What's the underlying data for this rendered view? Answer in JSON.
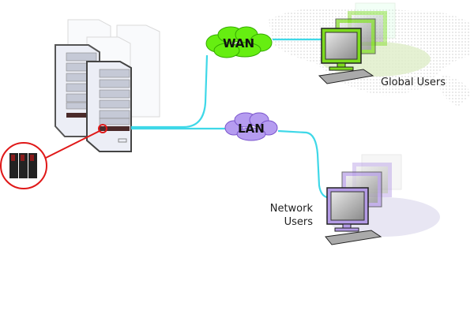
{
  "diagram": {
    "clouds": {
      "wan": {
        "label": "WAN",
        "color": "#66ee11"
      },
      "lan": {
        "label": "LAN",
        "color": "#b59cf0"
      }
    },
    "groups": {
      "global": {
        "label": "Global Users",
        "monitor_color": "#7ddb1e"
      },
      "network": {
        "label_line1": "Network",
        "label_line2": "Users",
        "monitor_color": "#b49be6"
      }
    },
    "link_color": "#3fd8e8",
    "callout_color": "#e01818"
  }
}
